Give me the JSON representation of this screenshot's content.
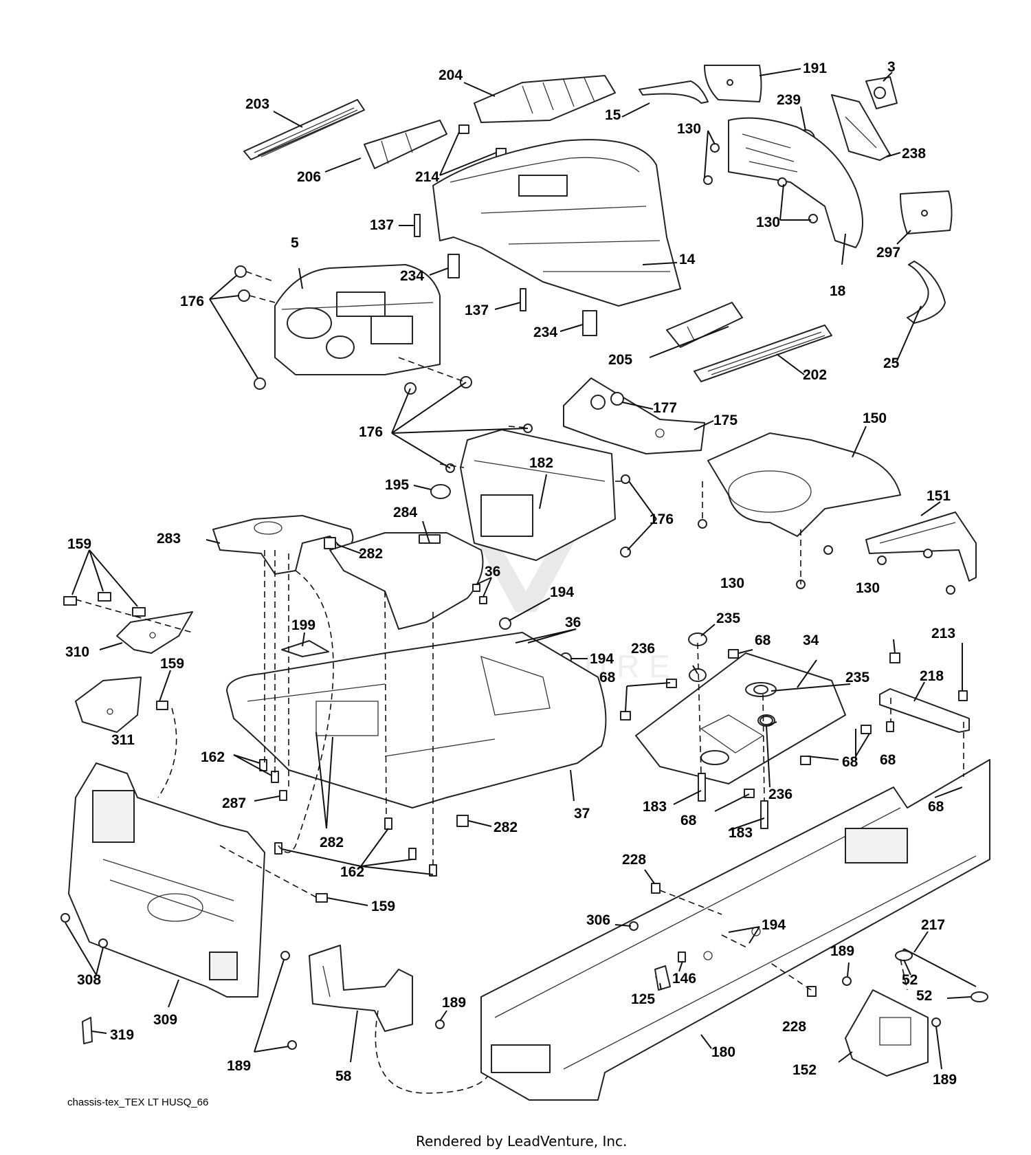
{
  "drawing_id": "chassis-tex_TEX LT HUSQ_66",
  "credit": "Rendered by LeadVenture, Inc.",
  "watermark": "LEADVENTURE",
  "callouts": [
    {
      "id": "203"
    },
    {
      "id": "204"
    },
    {
      "id": "191"
    },
    {
      "id": "3"
    },
    {
      "id": "15"
    },
    {
      "id": "239"
    },
    {
      "id": "130"
    },
    {
      "id": "238"
    },
    {
      "id": "206"
    },
    {
      "id": "214"
    },
    {
      "id": "137"
    },
    {
      "id": "5"
    },
    {
      "id": "14"
    },
    {
      "id": "297"
    },
    {
      "id": "176"
    },
    {
      "id": "234"
    },
    {
      "id": "18"
    },
    {
      "id": "205"
    },
    {
      "id": "202"
    },
    {
      "id": "25"
    },
    {
      "id": "177"
    },
    {
      "id": "175"
    },
    {
      "id": "150"
    },
    {
      "id": "182"
    },
    {
      "id": "195"
    },
    {
      "id": "151"
    },
    {
      "id": "283"
    },
    {
      "id": "284"
    },
    {
      "id": "282"
    },
    {
      "id": "159"
    },
    {
      "id": "36"
    },
    {
      "id": "194"
    },
    {
      "id": "199"
    },
    {
      "id": "235"
    },
    {
      "id": "68"
    },
    {
      "id": "34"
    },
    {
      "id": "236"
    },
    {
      "id": "213"
    },
    {
      "id": "218"
    },
    {
      "id": "310"
    },
    {
      "id": "311"
    },
    {
      "id": "162"
    },
    {
      "id": "287"
    },
    {
      "id": "37"
    },
    {
      "id": "183"
    },
    {
      "id": "228"
    },
    {
      "id": "306"
    },
    {
      "id": "146"
    },
    {
      "id": "125"
    },
    {
      "id": "217"
    },
    {
      "id": "189"
    },
    {
      "id": "52"
    },
    {
      "id": "308"
    },
    {
      "id": "309"
    },
    {
      "id": "319"
    },
    {
      "id": "58"
    },
    {
      "id": "180"
    },
    {
      "id": "152"
    }
  ]
}
